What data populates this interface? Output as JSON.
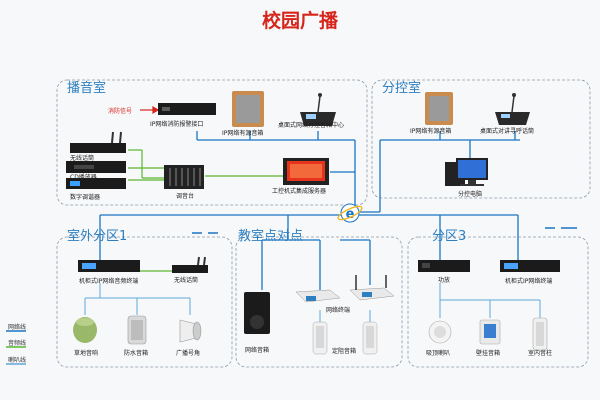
{
  "title": "校园广播",
  "zones": {
    "broadcast_room": "播音室",
    "sub_control": "分控室",
    "outdoor": "室外分区1",
    "classroom": "教室点对点",
    "zone3": "分区3"
  },
  "labels": {
    "fire_signal": "消防信号",
    "fire_interface": "IP网络消防报警接口",
    "ip_speaker_1": "IP网络有源音箱",
    "desktop_paging_center": "桌面式网络分控音箱中心",
    "wireless_mic": "无线话筒",
    "cd_player": "CD播放器",
    "digital_tuner": "数字调谐器",
    "mixer": "调音台",
    "ipc_server": "工控机式集成服务器",
    "ip_speaker_2": "IP网络有源音箱",
    "desktop_paging": "桌面式对讲寻呼话筒",
    "sub_pc": "分控电脑",
    "rack_ip_terminal_1": "机柜式IP网络音频终端",
    "wireless_mic_2": "无线话筒",
    "lawn_speaker": "草地音响",
    "waterproof_speaker": "防水音箱",
    "horn": "广播号角",
    "network_speaker": "网络音箱",
    "network_terminal": "网络终端",
    "ceiling_speaker": "定阻音箱",
    "amplifier": "功放",
    "rack_ip_terminal_2": "机柜式IP网络终端",
    "ceiling_speaker_2": "吸顶喇叭",
    "wall_speaker": "壁挂音箱",
    "column_speaker": "室内音柱"
  },
  "legend": {
    "network_line": "网络线",
    "audio_line": "音频线",
    "speaker_line": "喇叭线"
  },
  "colors": {
    "network_line": "#1a75c2",
    "audio_line": "#5cb531",
    "speaker_line": "#5fa8d8",
    "title": "#d6261c",
    "zone_border": "#8a9aa8",
    "zone_title": "#2d7fc0"
  },
  "icons": {
    "ie_hub": "internet-explorer-icon"
  }
}
